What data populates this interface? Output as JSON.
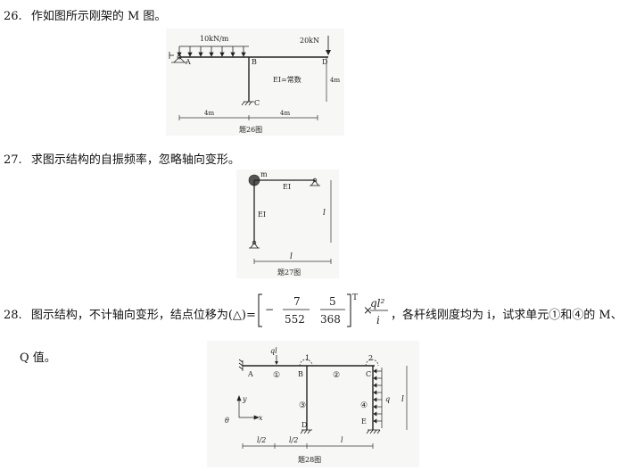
{
  "q26": {
    "num": "26.",
    "text": "作如图所示刚架的 M 图。",
    "load_q": "10kN/m",
    "load_p": "20kN",
    "ei": "EI=常数",
    "A": "A",
    "B": "B",
    "C": "C",
    "D": "D",
    "dim_h": "4m",
    "dim_l1": "4m",
    "dim_l2": "4m",
    "caption": "题26图"
  },
  "q27": {
    "num": "27.",
    "text": "求图示结构的自振频率，忽略轴向变形。",
    "mass": "m",
    "ei_top": "EI",
    "ei_left": "EI",
    "dim_v": "l",
    "dim_h": "l",
    "caption": "题27图"
  },
  "q28": {
    "num": "28.",
    "text_before": "图示结构，不计轴向变形，结点位移为(△)=",
    "m11_num": "7",
    "m11_den": "552",
    "m12_num": "5",
    "m12_den": "368",
    "minus": "−",
    "transpose": "T",
    "times": "×",
    "factor_num": "ql²",
    "factor_den": "i",
    "text_after": "，各杆线刚度均为 i，试求单元①和④的 M、",
    "text_line2": "Q 值。",
    "load_ql": "ql",
    "node1": "1",
    "node2": "2",
    "A": "A",
    "B": "B",
    "C": "C",
    "D": "D",
    "E": "E",
    "e1": "①",
    "e2": "②",
    "e3": "③",
    "e4": "④",
    "load_q": "q",
    "dim_v": "l",
    "axis_y": "y",
    "axis_x": "x",
    "axis_o": "θ",
    "dim_a": "l/2",
    "dim_b": "l/2",
    "dim_c": "l",
    "caption": "题28图"
  }
}
